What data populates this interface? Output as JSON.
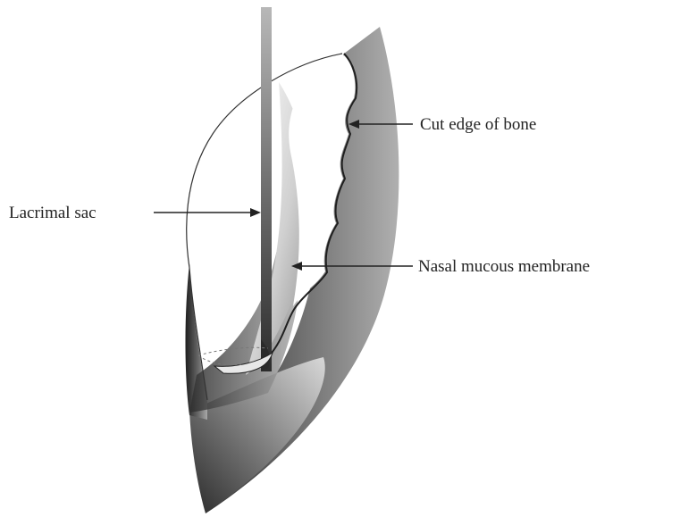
{
  "labels": {
    "cut_edge": "Cut edge of bone",
    "lacrimal_sac": "Lacrimal sac",
    "nasal_mucosa": "Nasal mucous membrane"
  }
}
